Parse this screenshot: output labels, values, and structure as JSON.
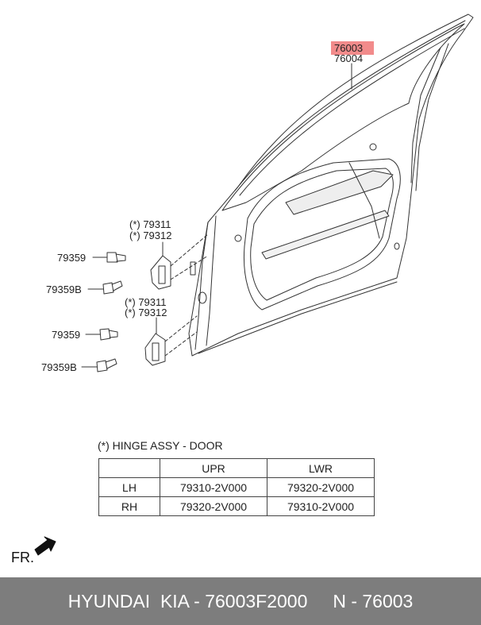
{
  "callouts": {
    "main_part_1": "76003",
    "main_part_2": "76004",
    "upper_hinge_star_1": "(*) 79311",
    "upper_hinge_star_2": "(*) 79312",
    "upper_bolt": "79359",
    "upper_bolt_b": "79359B",
    "lower_hinge_star_1": "(*) 79311",
    "lower_hinge_star_2": "(*) 79312",
    "lower_bolt": "79359",
    "lower_bolt_b": "79359B"
  },
  "highlight_color": "#f28b8b",
  "table": {
    "caption": "(*) HINGE ASSY - DOOR",
    "headers": [
      "",
      "UPR",
      "LWR"
    ],
    "rows": [
      [
        "LH",
        "79310-2V000",
        "79320-2V000"
      ],
      [
        "RH",
        "79320-2V000",
        "79310-2V000"
      ]
    ]
  },
  "front_indicator": "FR.",
  "footer": {
    "text": "HYUNDAI  KIA - 76003F2000     N - 76003",
    "bg_color": "#7d7d7d"
  }
}
